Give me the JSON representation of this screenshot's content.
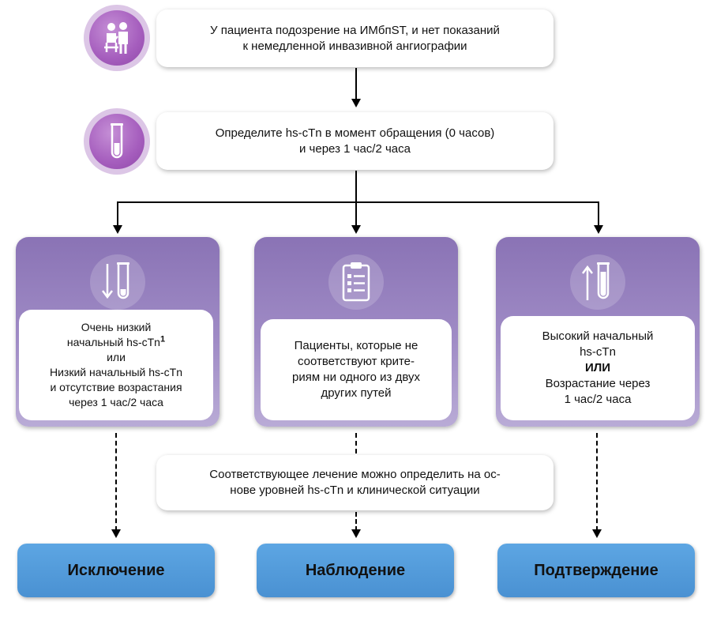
{
  "step1": {
    "line1": "У пациента подозрение на ИМбпST, и нет показаний",
    "line2": "к немедленной инвазивной ангиографии",
    "icon": "patient-doctor-icon"
  },
  "step2": {
    "line1": "Определите hs-cTn в момент обращения (0 часов)",
    "line2": "и через 1 час/2 часа",
    "icon": "test-tube-icon"
  },
  "paths": {
    "left": {
      "icon": "test-tube-down-arrow-icon",
      "l1": "Очень низкий",
      "l2": "начальный hs-cTn",
      "sup": "1",
      "or": "или",
      "l3": "Низкий начальный hs-cTn",
      "l4": "и отсутствие возрастания",
      "l5": "через 1 час/2 часа"
    },
    "middle": {
      "icon": "clipboard-checklist-icon",
      "l1": "Пациенты, которые не",
      "l2": "соответствуют крите-",
      "l3": "риям ни одного из двух",
      "l4": "других путей"
    },
    "right": {
      "icon": "test-tube-up-arrow-icon",
      "l1": "Высокий начальный",
      "l2": "hs-cTn",
      "or": "ИЛИ",
      "l3": "Возрастание через",
      "l4": "1 час/2 часа"
    }
  },
  "note": {
    "line1": "Соответствующее лечение можно определить на ос-",
    "line2": "нове уровней hs-cTn и клинической ситуации"
  },
  "outcomes": {
    "left": "Исключение",
    "middle": "Наблюдение",
    "right": "Подтверждение"
  },
  "colors": {
    "path_box": "#8a73b5",
    "outcome_box": "#5da6e3",
    "icon_circle": "#a55dbd"
  }
}
